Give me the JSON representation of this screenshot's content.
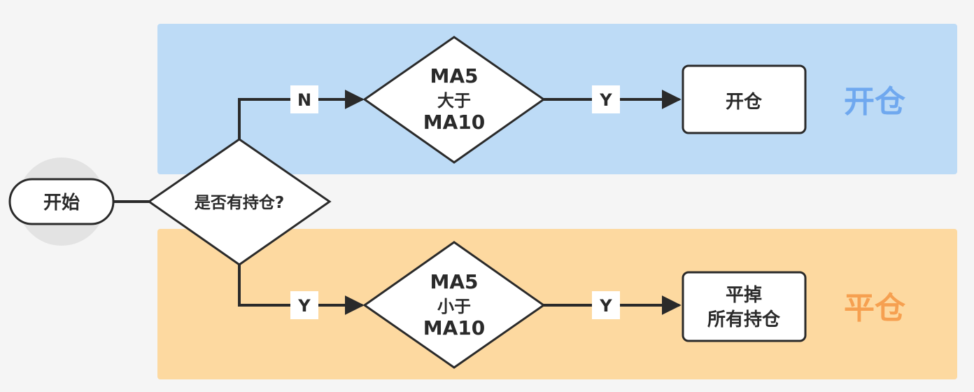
{
  "start": {
    "label": "开始"
  },
  "decision_main": {
    "label": "是否有持仓?"
  },
  "open_branch": {
    "edge_label": "N",
    "condition": {
      "line1": "MA5",
      "line2": "大于",
      "line3": "MA10"
    },
    "yes_label": "Y",
    "action": {
      "label": "开仓"
    },
    "lane_title": "开仓",
    "lane_color": "#bddbf6",
    "title_color": "#6fa8ef"
  },
  "close_branch": {
    "edge_label": "Y",
    "condition": {
      "line1": "MA5",
      "line2": "小于",
      "line3": "MA10"
    },
    "yes_label": "Y",
    "action": {
      "line1": "平掉",
      "line2": "所有持仓"
    },
    "lane_title": "平仓",
    "lane_color": "#fdd9a0",
    "title_color": "#f6a050"
  }
}
